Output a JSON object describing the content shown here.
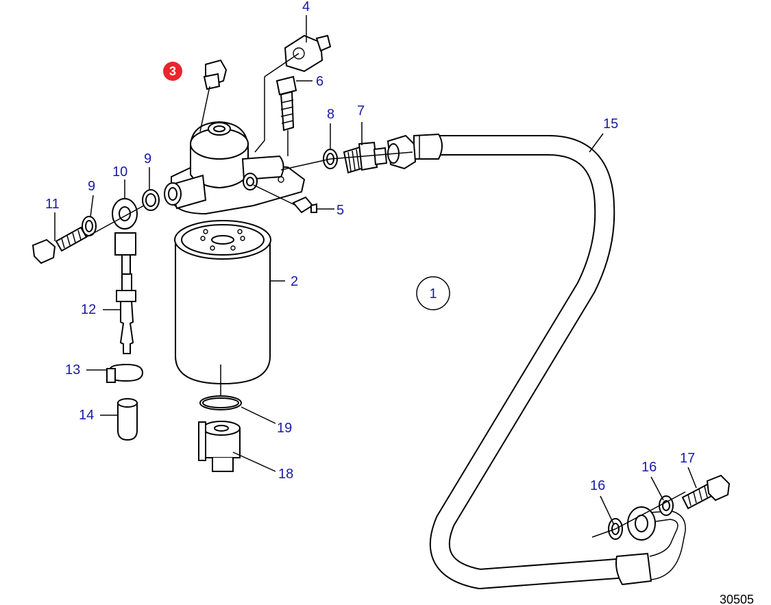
{
  "diagram": {
    "figure_number": "30505",
    "highlight_color": "#e8262b",
    "callout_color": "#1a1aa6",
    "callouts": [
      {
        "id": "1",
        "label": "1",
        "style": "ring"
      },
      {
        "id": "2",
        "label": "2"
      },
      {
        "id": "3",
        "label": "3",
        "style": "highlight"
      },
      {
        "id": "4",
        "label": "4"
      },
      {
        "id": "5",
        "label": "5"
      },
      {
        "id": "6",
        "label": "6"
      },
      {
        "id": "7",
        "label": "7"
      },
      {
        "id": "8",
        "label": "8"
      },
      {
        "id": "9a",
        "label": "9"
      },
      {
        "id": "9b",
        "label": "9"
      },
      {
        "id": "10",
        "label": "10"
      },
      {
        "id": "11",
        "label": "11"
      },
      {
        "id": "12",
        "label": "12"
      },
      {
        "id": "13",
        "label": "13"
      },
      {
        "id": "14",
        "label": "14"
      },
      {
        "id": "15",
        "label": "15"
      },
      {
        "id": "16a",
        "label": "16"
      },
      {
        "id": "16b",
        "label": "16"
      },
      {
        "id": "17",
        "label": "17"
      },
      {
        "id": "18",
        "label": "18"
      },
      {
        "id": "19",
        "label": "19"
      }
    ]
  }
}
